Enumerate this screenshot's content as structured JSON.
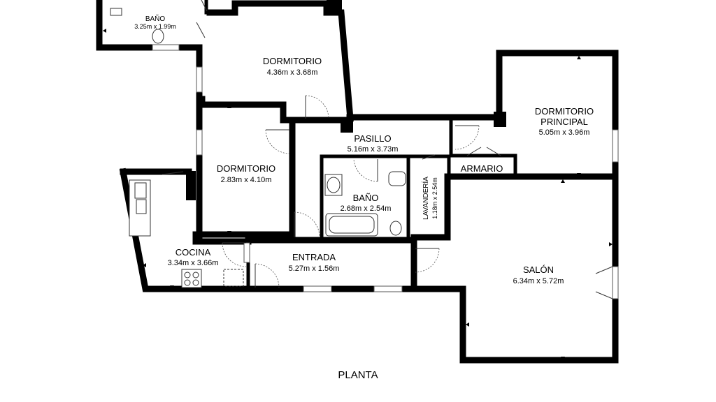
{
  "plan": {
    "title": "PLANTA",
    "rooms": [
      {
        "id": "bano-top",
        "name": "BAÑO",
        "dims": "3.25m x 1.99m"
      },
      {
        "id": "dorm-top",
        "name": "DORMITORIO",
        "dims": "4.36m x 3.68m"
      },
      {
        "id": "dorm-left",
        "name": "DORMITORIO",
        "dims": "2.83m x 4.10m"
      },
      {
        "id": "pasillo",
        "name": "PASILLO",
        "dims": "5.16m x 3.73m"
      },
      {
        "id": "dorm-principal",
        "name_line1": "DORMITORIO",
        "name_line2": "PRINCIPAL",
        "dims": "5.05m x 3.96m"
      },
      {
        "id": "armario",
        "name": "ARMARIO"
      },
      {
        "id": "bano-mid",
        "name": "BAÑO",
        "dims": "2.68m x 2.54m"
      },
      {
        "id": "lavanderia",
        "name": "LAVANDERÍA",
        "dims": "1.18m x 2.54m"
      },
      {
        "id": "cocina",
        "name": "COCINA",
        "dims": "3.34m x 3.66m"
      },
      {
        "id": "entrada",
        "name": "ENTRADA",
        "dims": "5.27m x 1.56m"
      },
      {
        "id": "salon",
        "name": "SALÓN",
        "dims": "6.34m x 5.72m"
      }
    ]
  }
}
